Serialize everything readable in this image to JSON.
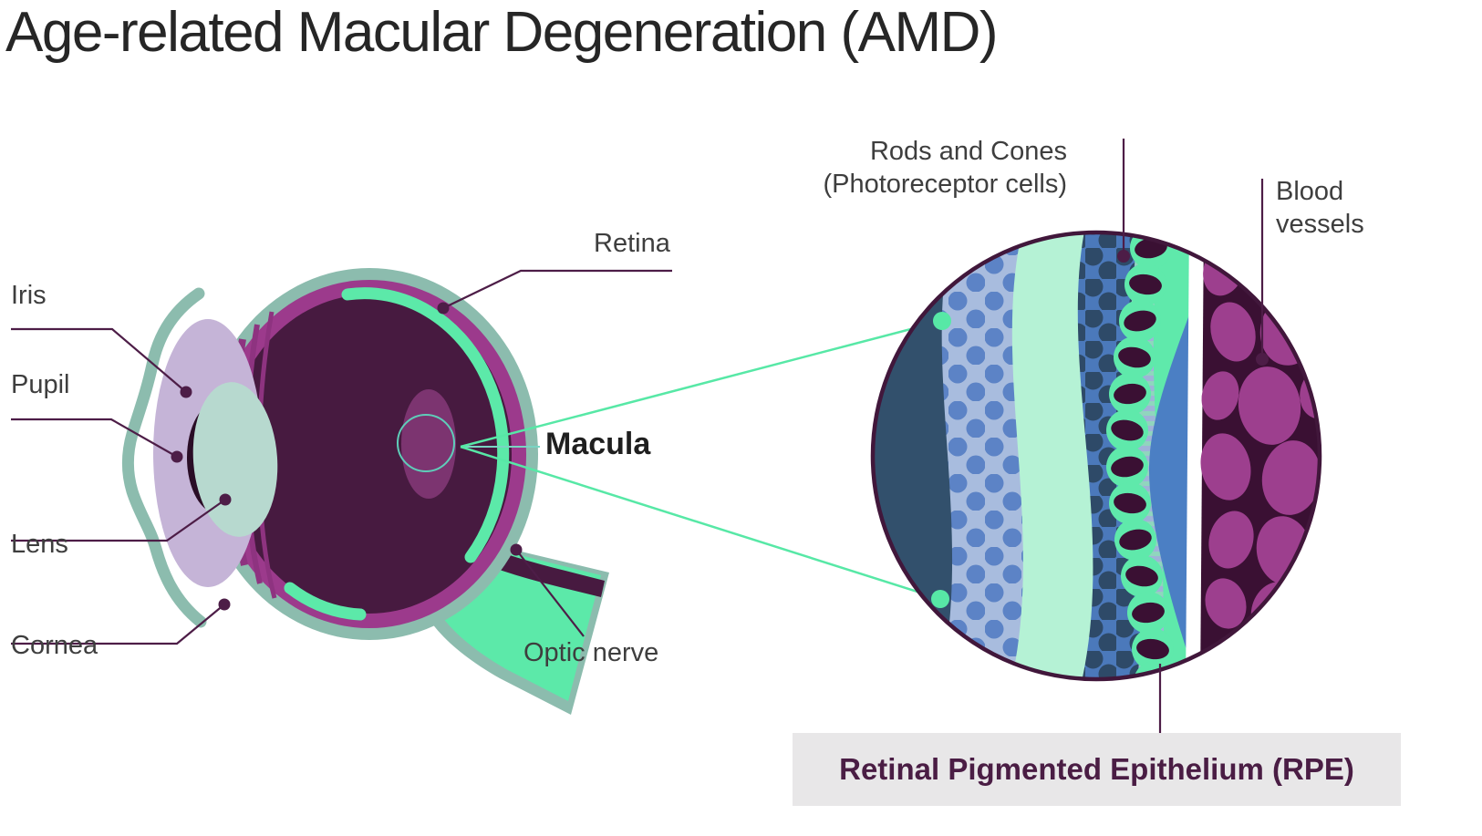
{
  "title": "Age-related Macular Degeneration (AMD)",
  "eye_diagram": {
    "labels": {
      "iris": "Iris",
      "pupil": "Pupil",
      "lens": "Lens",
      "cornea": "Cornea",
      "retina": "Retina",
      "macula": "Macula",
      "optic_nerve": "Optic nerve"
    }
  },
  "retina_closeup": {
    "labels": {
      "rods_cones_line1": "Rods and Cones",
      "rods_cones_line2": "(Photoreceptor cells)",
      "blood_vessels_line1": "Blood",
      "blood_vessels_line2": "vessels",
      "rpe": "Retinal Pigmented Epithelium (RPE)"
    }
  },
  "colors": {
    "background": "#FFFFFF",
    "title_text": "#262626",
    "label_text": "#3E3E3E",
    "leader_line": "#4D1D47",
    "connector_green": "#57E8A6",
    "macula_pointer_teal": "#79D4C2",
    "sclera_sage": "#8CBCAE",
    "choroid_magenta": "#9C3A8C",
    "vitreous_dark": "#471A40",
    "streak_magenta": "#8E3380",
    "retina_mint": "#5CE9A9",
    "iris_lavender": "#C5B4D7",
    "lens_pale": "#B7D9CF",
    "pupil_dark": "#2A0D26",
    "macula_fill": "#7C3470",
    "macula_ring": "#5FCDB9",
    "closeup_border": "#41173B",
    "layer_slate": "#32506C",
    "layer_periwinkle": "#A8BCDE",
    "layer_periwinkle_dots": "#5C83C6",
    "layer_pale_mint": "#B5F2D5",
    "layer_blue": "#4B79BB",
    "layer_blue_dots": "#2E4A68",
    "layer_stripe_lilac": "#9FB3D8",
    "layer_stripe_mint": "#90D5BE",
    "layer_green": "#5FE9AB",
    "layer_oval_dark": "#3A1033",
    "layer_blue_pocket": "#4B7FC4",
    "vessels_bg": "#3A1033",
    "vessels_blob": "#9D3F8E",
    "rpe_box_bg": "#E8E7E8",
    "rpe_text": "#4A1D44"
  }
}
